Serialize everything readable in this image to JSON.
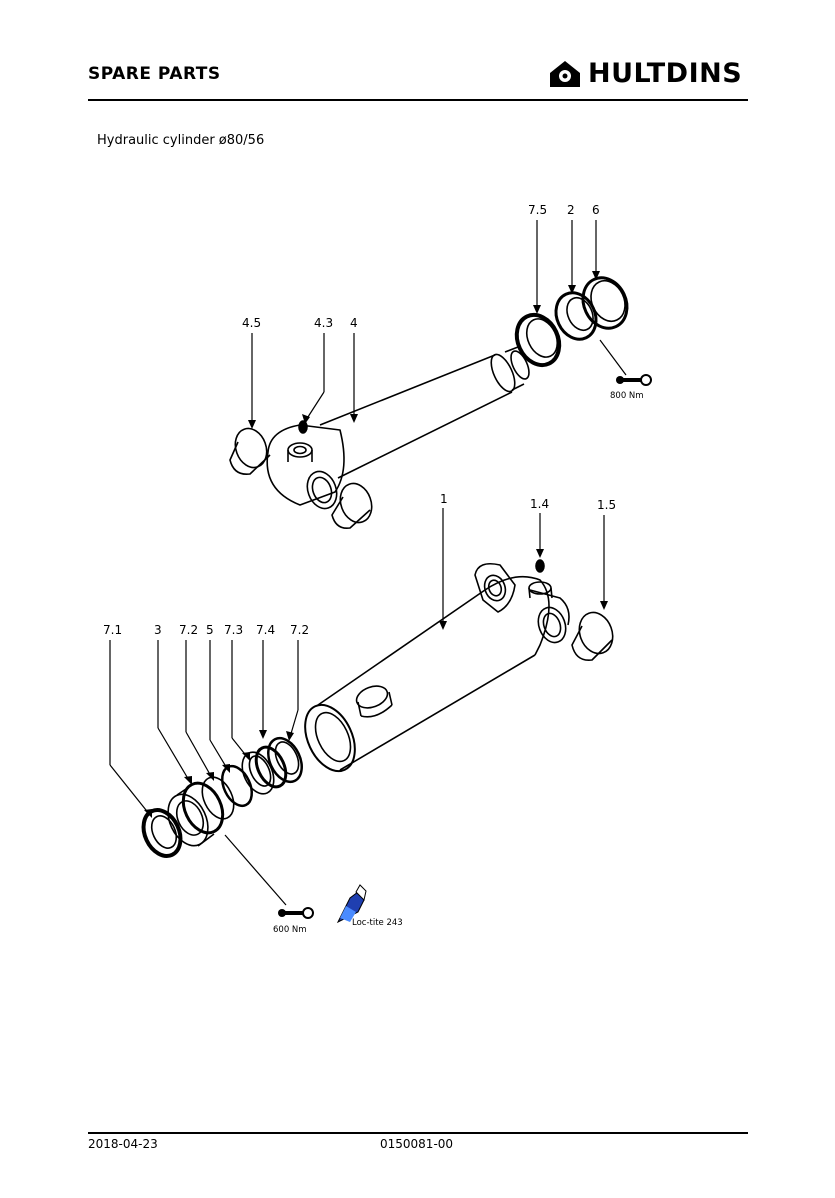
{
  "header": {
    "title": "SPARE PARTS",
    "brand_name": "HULTDINS",
    "brand_icon": "hultdins-logo-icon"
  },
  "document": {
    "subtitle": "Hydraulic cylinder ø80/56"
  },
  "callouts": {
    "c_7_5": "7.5",
    "c_2": "2",
    "c_6": "6",
    "c_4_5": "4.5",
    "c_4_3": "4.3",
    "c_4": "4",
    "c_1": "1",
    "c_1_4": "1.4",
    "c_1_5": "1.5",
    "c_7_1": "7.1",
    "c_3": "3",
    "c_7_2a": "7.2",
    "c_5": "5",
    "c_7_3": "7.3",
    "c_7_4": "7.4",
    "c_7_2b": "7.2"
  },
  "annotations": {
    "torque_top": "800 Nm",
    "torque_bottom": "600 Nm",
    "loctite": "Loc-tite 243",
    "wrench_icon": "torque-wrench-icon",
    "loctite_icon": "loctite-bottle-icon"
  },
  "footer": {
    "date": "2018-04-23",
    "doc_number": "0150081-00"
  }
}
